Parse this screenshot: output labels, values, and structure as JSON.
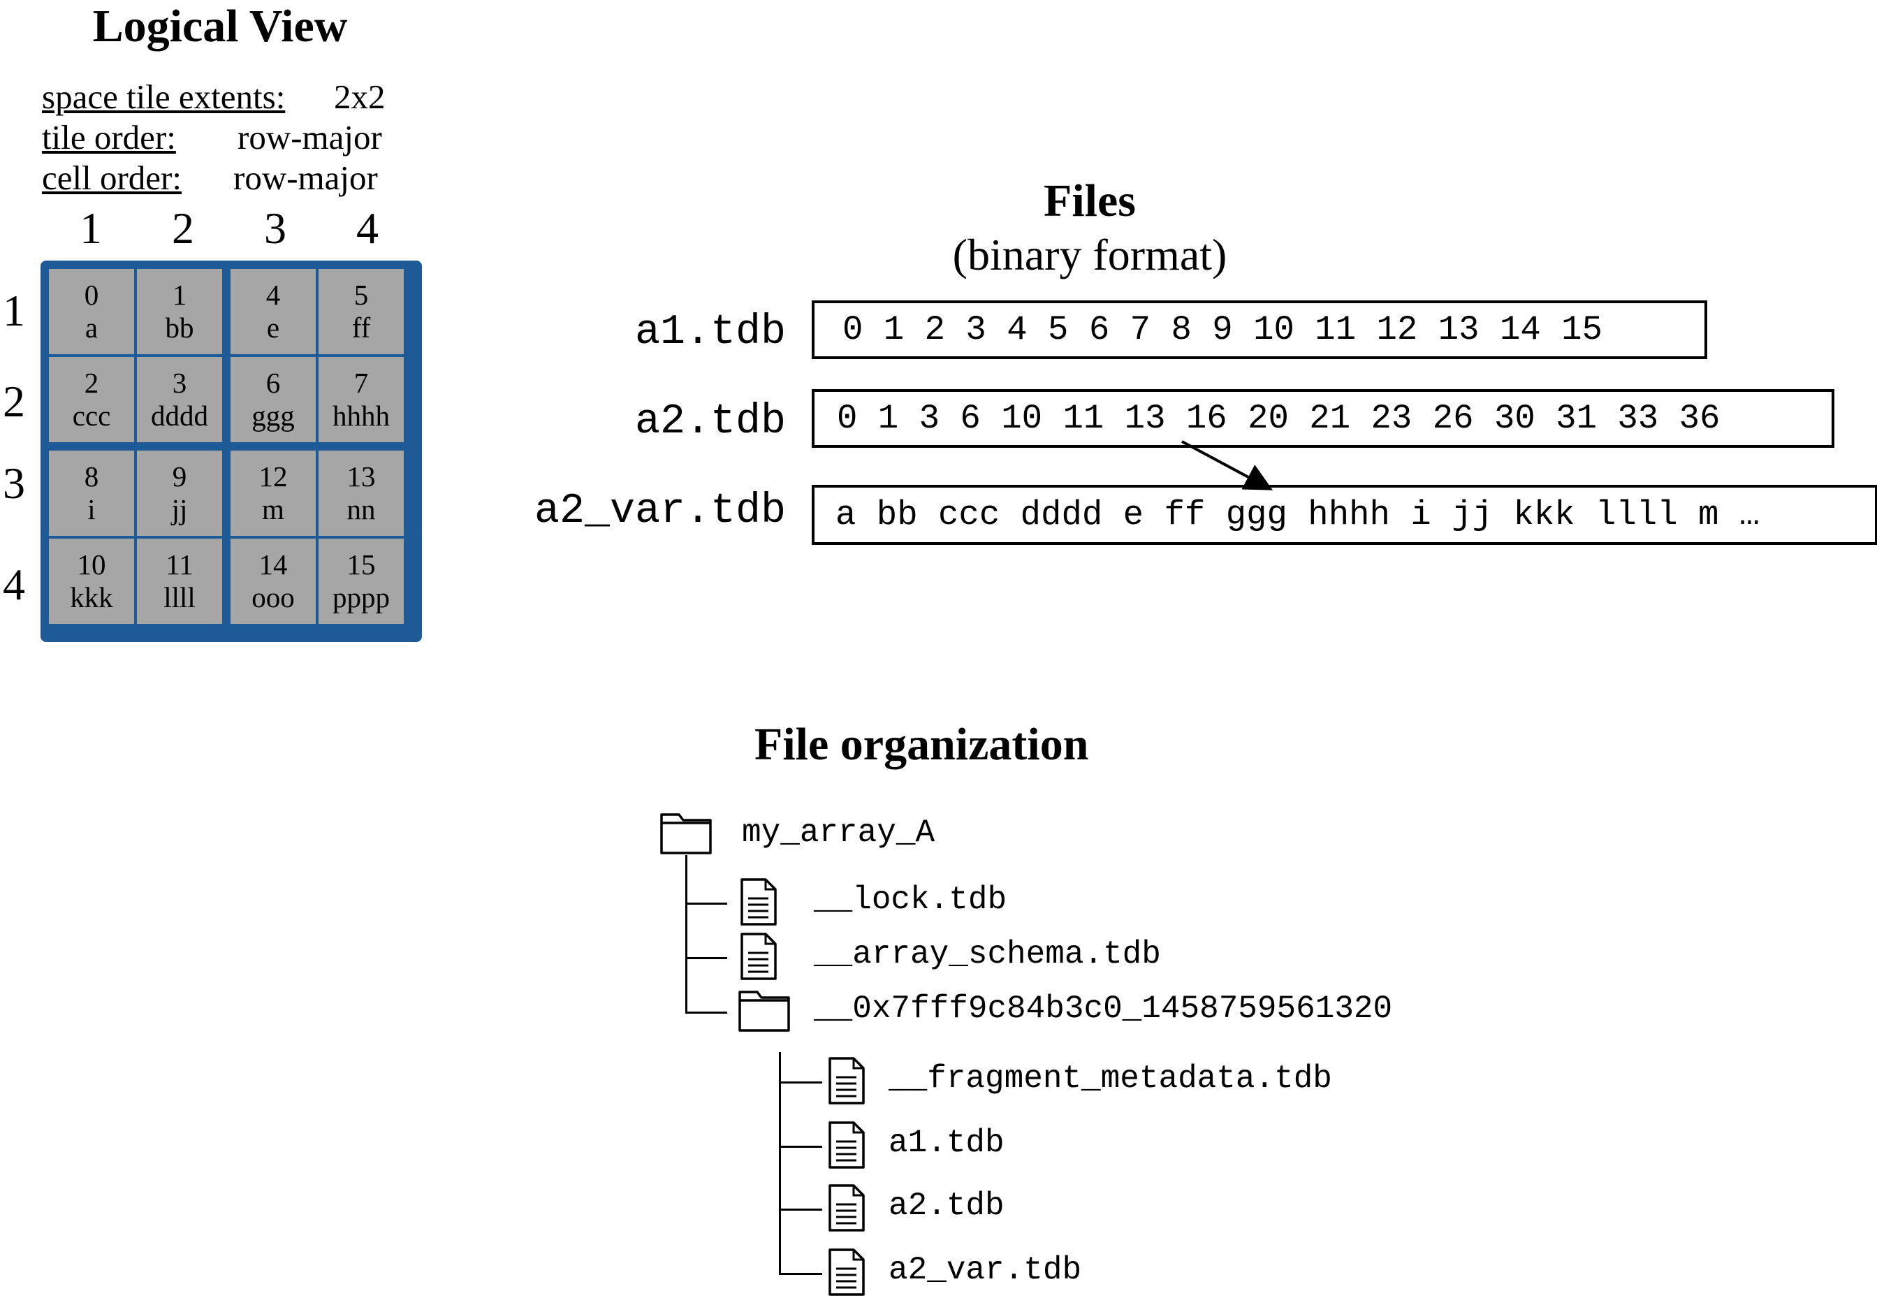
{
  "logical_view": {
    "title": "Logical View",
    "props": [
      {
        "key": "space tile extents:",
        "value": "2x2"
      },
      {
        "key": "tile order:",
        "value": "row-major"
      },
      {
        "key": "cell order:",
        "value": "row-major"
      }
    ],
    "col_headers": [
      "1",
      "2",
      "3",
      "4"
    ],
    "row_headers": [
      "1",
      "2",
      "3",
      "4"
    ],
    "cells": [
      [
        {
          "id": "0",
          "val": "a"
        },
        {
          "id": "1",
          "val": "bb"
        },
        {
          "id": "4",
          "val": "e"
        },
        {
          "id": "5",
          "val": "ff"
        }
      ],
      [
        {
          "id": "2",
          "val": "ccc"
        },
        {
          "id": "3",
          "val": "dddd"
        },
        {
          "id": "6",
          "val": "ggg"
        },
        {
          "id": "7",
          "val": "hhhh"
        }
      ],
      [
        {
          "id": "8",
          "val": "i"
        },
        {
          "id": "9",
          "val": "jj"
        },
        {
          "id": "12",
          "val": "m"
        },
        {
          "id": "13",
          "val": "nn"
        }
      ],
      [
        {
          "id": "10",
          "val": "kkk"
        },
        {
          "id": "11",
          "val": "llll"
        },
        {
          "id": "14",
          "val": "ooo"
        },
        {
          "id": "15",
          "val": "pppp"
        }
      ]
    ],
    "colors": {
      "tile_border": "#1d5a96",
      "cell_fill": "#a6a6a6"
    }
  },
  "files": {
    "title": "Files",
    "subtitle": "(binary format)",
    "rows": [
      {
        "label": "a1.tdb",
        "content": "0 1 2 3 4 5 6 7 8 9 10 11 12 13 14 15"
      },
      {
        "label": "a2.tdb",
        "content": "0 1 3 6 10 11 13 16 20 21 23 26 30 31 33 36"
      },
      {
        "label": "a2_var.tdb",
        "content": "a bb ccc dddd e ff ggg hhhh i jj kkk llll m …"
      }
    ]
  },
  "organization": {
    "title": "File organization",
    "root": "my_array_A",
    "items": [
      "__lock.tdb",
      "__array_schema.tdb",
      "__0x7fff9c84b3c0_1458759561320"
    ],
    "fragment_items": [
      "__fragment_metadata.tdb",
      "a1.tdb",
      "a2.tdb",
      "a2_var.tdb"
    ]
  }
}
